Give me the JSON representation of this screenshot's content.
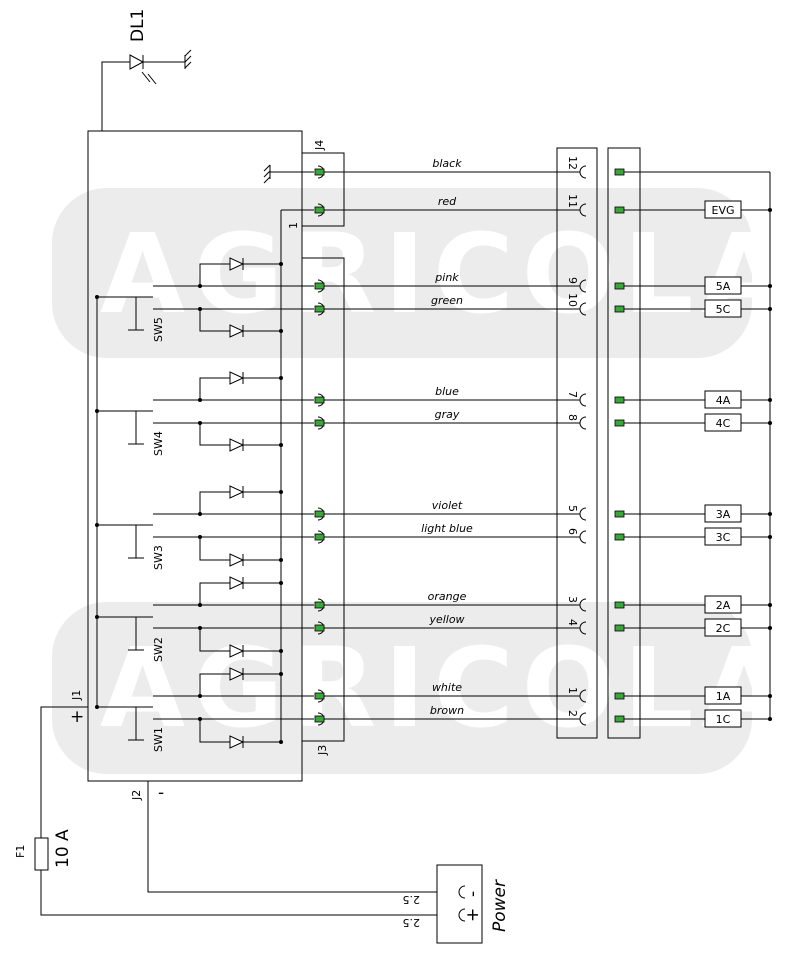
{
  "watermark": {
    "text": "AGRICOLA"
  },
  "led": {
    "label": "DL1"
  },
  "connectors": {
    "j4": "J4",
    "j4_pin": "1",
    "j3": "J3",
    "j1": "J1",
    "j2": "J2",
    "plus": "+",
    "minus": "-"
  },
  "fuse": {
    "label": "F1",
    "rating": "10 A"
  },
  "power": {
    "label": "Power",
    "plus": "+",
    "minus": "-",
    "wire_size": "2.5"
  },
  "switches": [
    "SW5",
    "SW4",
    "SW3",
    "SW2",
    "SW1"
  ],
  "wires": [
    {
      "color_name": "black",
      "pin": "12",
      "output": ""
    },
    {
      "color_name": "red",
      "pin": "11",
      "output": "EVG"
    },
    {
      "color_name": "pink",
      "pin": "9",
      "output": "5A"
    },
    {
      "color_name": "green",
      "pin": "10",
      "output": "5C"
    },
    {
      "color_name": "blue",
      "pin": "7",
      "output": "4A"
    },
    {
      "color_name": "gray",
      "pin": "8",
      "output": "4C"
    },
    {
      "color_name": "violet",
      "pin": "5",
      "output": "3A"
    },
    {
      "color_name": "light blue",
      "pin": "6",
      "output": "3C"
    },
    {
      "color_name": "orange",
      "pin": "3",
      "output": "2A"
    },
    {
      "color_name": "yellow",
      "pin": "4",
      "output": "2C"
    },
    {
      "color_name": "white",
      "pin": "1",
      "output": "1A"
    },
    {
      "color_name": "brown",
      "pin": "2",
      "output": "1C"
    }
  ]
}
